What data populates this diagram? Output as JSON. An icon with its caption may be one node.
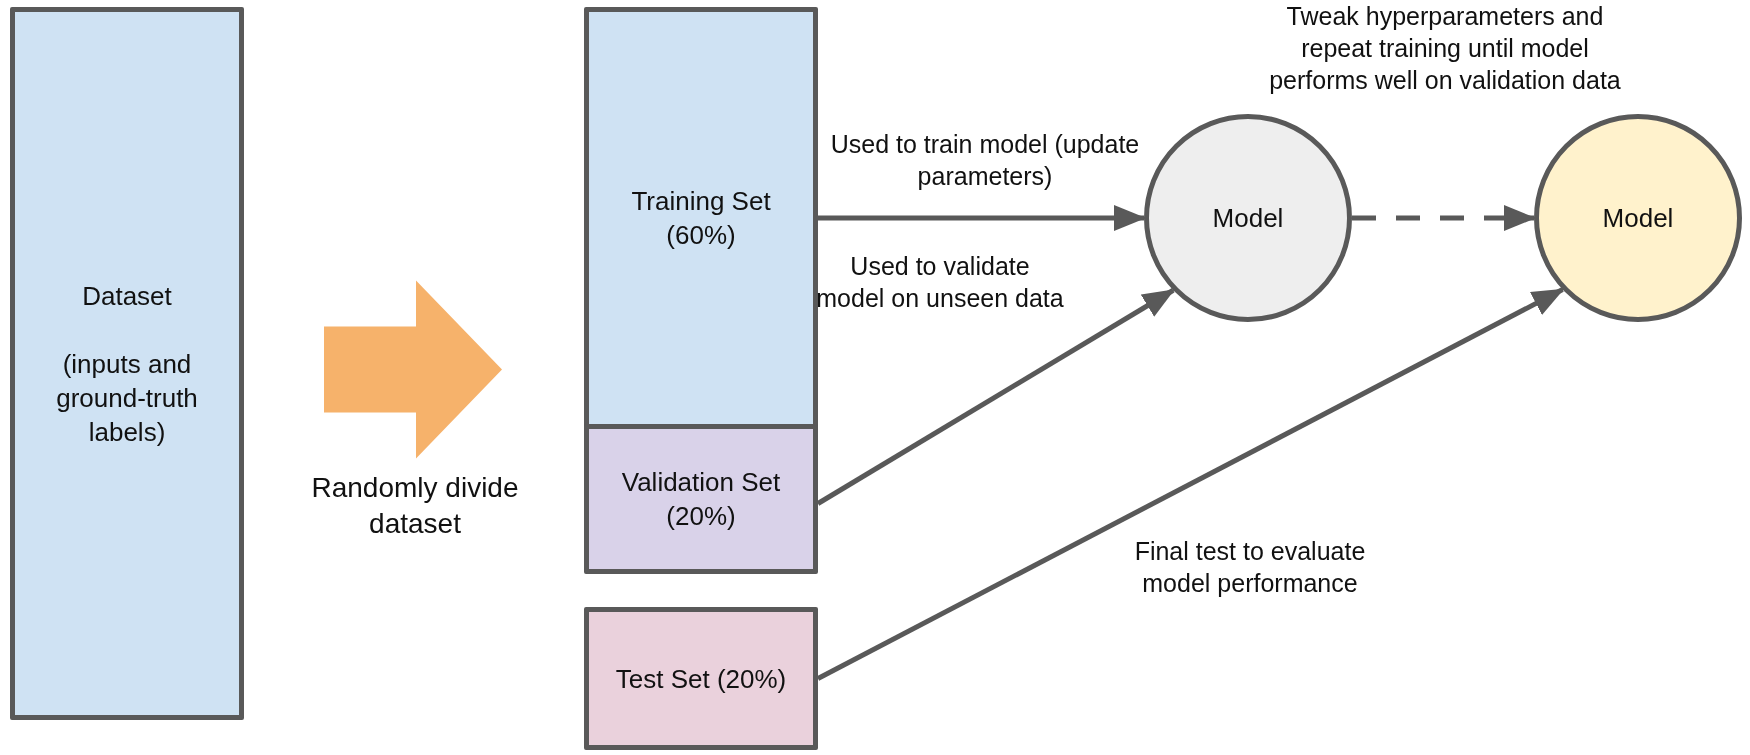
{
  "diagram": {
    "nodes": [
      {
        "text": [
          "Dataset",
          "(inputs and ground-truth labels)"
        ]
      },
      {
        "text": [
          "Training Set (60%)"
        ]
      },
      {
        "text": [
          "Validation Set (20%)"
        ]
      },
      {
        "text": [
          "Test Set (20%)"
        ]
      },
      {
        "text": [
          "Model"
        ]
      },
      {
        "text": [
          "Model"
        ]
      }
    ],
    "edges": [
      {
        "from": 0,
        "to": 1,
        "arrow": "to",
        "label": "Randomly divide dataset",
        "style": "thick",
        "color": "#f6b26b"
      },
      {
        "from": 1,
        "to": 4,
        "arrow": "to",
        "label": "Used to train model (update parameters)"
      },
      {
        "from": 2,
        "to": 4,
        "arrow": "to",
        "label": "Used to validate model on unseen data"
      },
      {
        "from": 3,
        "to": 5,
        "arrow": "to",
        "label": "Final test to evaluate model performance"
      },
      {
        "from": 4,
        "to": 5,
        "arrow": "to",
        "label": "Tweak hyperparameters and repeat training until model performs well on validation data",
        "style": "dashed"
      }
    ]
  }
}
